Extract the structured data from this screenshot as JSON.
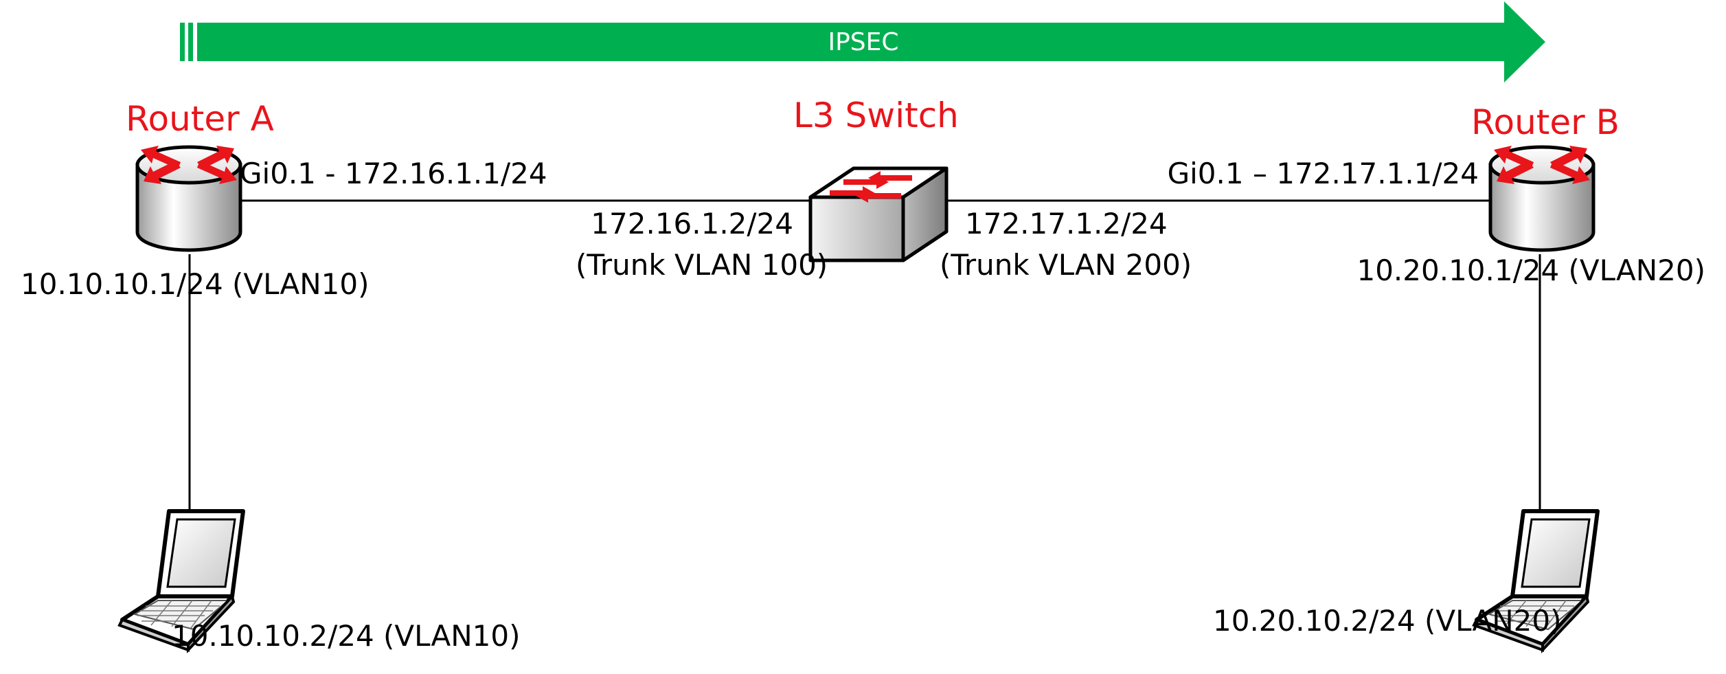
{
  "tunnel": {
    "label": "IPSEC",
    "color": "#00b050"
  },
  "devices": {
    "router_a": {
      "title": "Router A",
      "icon": "router-icon"
    },
    "l3_switch": {
      "title": "L3 Switch",
      "icon": "switch-icon"
    },
    "router_b": {
      "title": "Router B",
      "icon": "router-icon"
    },
    "laptop_a": {
      "icon": "laptop-icon"
    },
    "laptop_b": {
      "icon": "laptop-icon"
    }
  },
  "interfaces": {
    "router_a_wan": "Gi0.1 - 172.16.1.1/24",
    "router_a_lan": "10.10.10.1/24 (VLAN10)",
    "switch_left_ip": "172.16.1.2/24",
    "switch_left_trunk": "(Trunk VLAN 100)",
    "switch_right_ip": "172.17.1.2/24",
    "switch_right_trunk": "(Trunk VLAN 200)",
    "router_b_wan": "Gi0.1 – 172.17.1.1/24",
    "router_b_lan": "10.20.10.1/24 (VLAN20)",
    "laptop_a_ip": "10.10.10.2/24 (VLAN10)",
    "laptop_b_ip": "10.20.10.2/24 (VLAN20)"
  },
  "colors": {
    "device_title": "#e8151b",
    "arrow_red": "#e8151b",
    "tunnel_green": "#00b050"
  }
}
